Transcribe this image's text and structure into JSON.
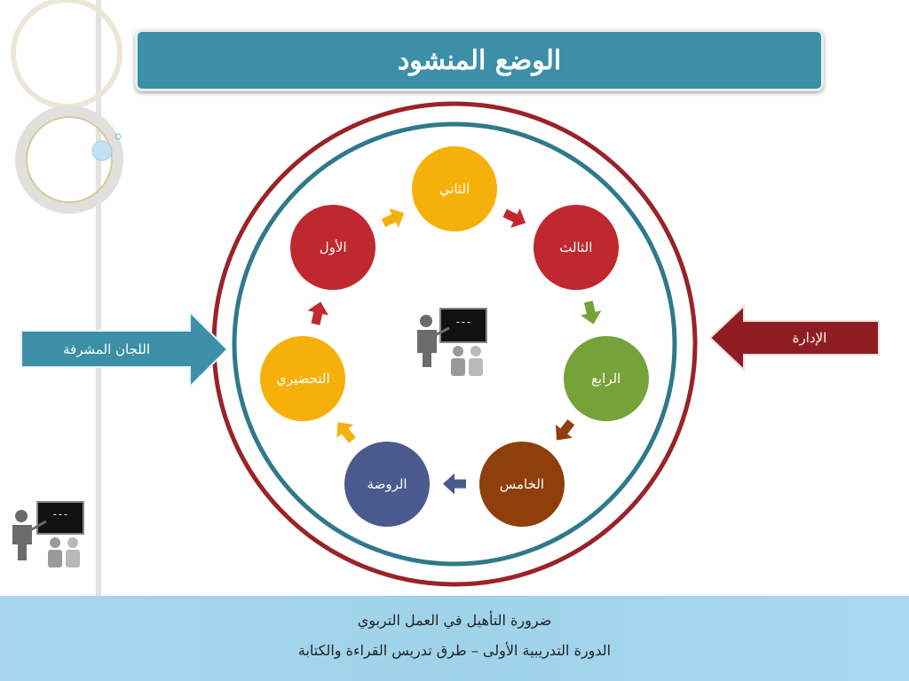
{
  "title": "الوضع المنشود",
  "center_icon": "teacher-board-icon",
  "corner_icon": "teacher-board-icon",
  "nodes": [
    {
      "label": "الثاني",
      "color": "#f5b10a"
    },
    {
      "label": "الثالث",
      "color": "#c0282f"
    },
    {
      "label": "الرابع",
      "color": "#76a23a"
    },
    {
      "label": "الخامس",
      "color": "#8e3f0a"
    },
    {
      "label": "الروضة",
      "color": "#4a5a8e"
    },
    {
      "label": "التحضيري",
      "color": "#f5b10a"
    },
    {
      "label": "الأول",
      "color": "#c0282f"
    }
  ],
  "left_arrow": {
    "label": "اللجان المشرفة",
    "color": "#3b8fa6"
  },
  "right_arrow": {
    "label": "الإدارة",
    "color": "#8f1c22"
  },
  "outer_ring_color": "#9b2229",
  "inner_ring_color": "#2e7a8c",
  "footer": {
    "line1": "ضرورة التأهيل في العمل التربوي",
    "line2": "الدورة التدريبية الأولى – طرق تدريس القراءة والكتابة"
  }
}
